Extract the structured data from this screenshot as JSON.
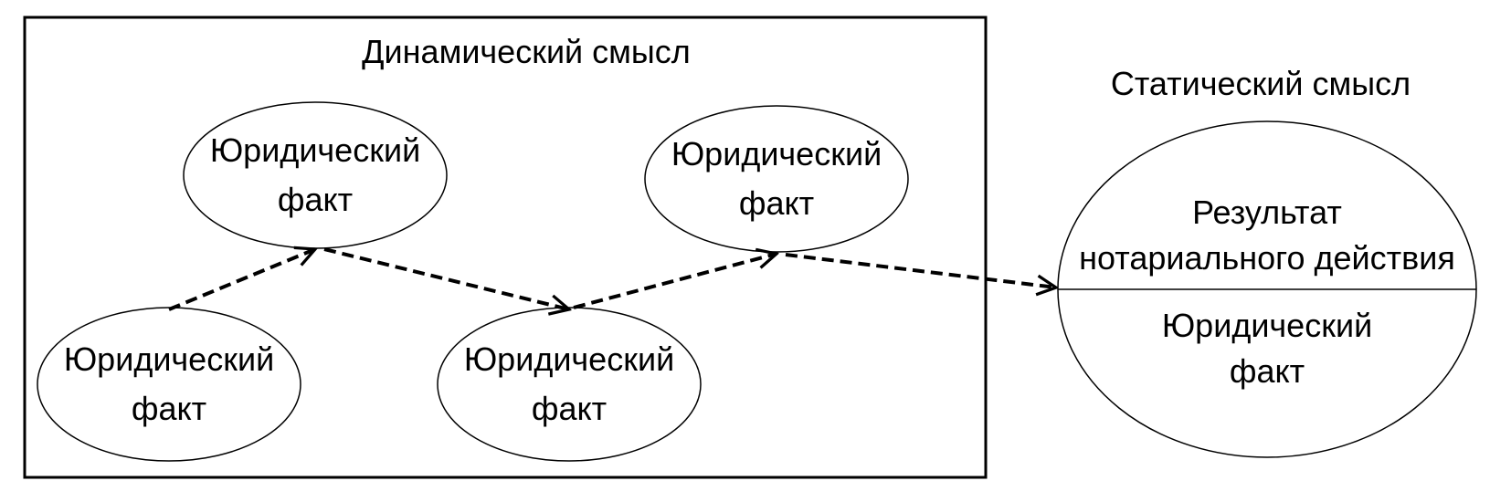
{
  "dynamic": {
    "title": "Динамический смысл",
    "facts": [
      {
        "line1": "Юридический",
        "line2": "факт"
      },
      {
        "line1": "Юридический",
        "line2": "факт"
      },
      {
        "line1": "Юридический",
        "line2": "факт"
      },
      {
        "line1": "Юридический",
        "line2": "факт"
      }
    ]
  },
  "static": {
    "title": "Статический смысл",
    "top_line1": "Результат",
    "top_line2": "нотариального действия",
    "bottom_line1": "Юридический",
    "bottom_line2": "факт"
  }
}
